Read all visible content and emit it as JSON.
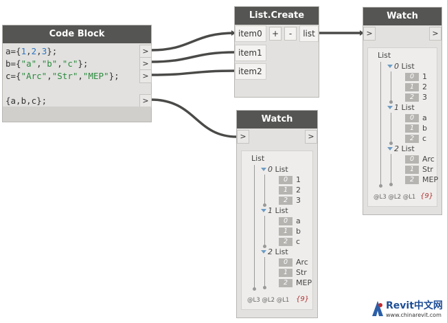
{
  "code_block": {
    "title": "Code Block",
    "lines": [
      {
        "parts": [
          {
            "t": "a={",
            "c": ""
          },
          {
            "t": "1",
            "c": "num"
          },
          {
            "t": ",",
            "c": ""
          },
          {
            "t": "2",
            "c": "num"
          },
          {
            "t": ",",
            "c": ""
          },
          {
            "t": "3",
            "c": "num"
          },
          {
            "t": "};",
            "c": ""
          }
        ]
      },
      {
        "parts": [
          {
            "t": "b={",
            "c": ""
          },
          {
            "t": "\"a\"",
            "c": "str"
          },
          {
            "t": ",",
            "c": ""
          },
          {
            "t": "\"b\"",
            "c": "str"
          },
          {
            "t": ",",
            "c": ""
          },
          {
            "t": "\"c\"",
            "c": "str"
          },
          {
            "t": "};",
            "c": ""
          }
        ]
      },
      {
        "parts": [
          {
            "t": "c={",
            "c": ""
          },
          {
            "t": "\"Arc\"",
            "c": "str"
          },
          {
            "t": ",",
            "c": ""
          },
          {
            "t": "\"Str\"",
            "c": "str"
          },
          {
            "t": ",",
            "c": ""
          },
          {
            "t": "\"MEP\"",
            "c": "str"
          },
          {
            "t": "};",
            "c": ""
          }
        ]
      },
      {
        "parts": [
          {
            "t": "",
            "c": ""
          }
        ]
      },
      {
        "parts": [
          {
            "t": "{a,b,c};",
            "c": ""
          }
        ]
      }
    ],
    "output_port": ">"
  },
  "list_create": {
    "title": "List.Create",
    "inputs": [
      "item0",
      "item1",
      "item2"
    ],
    "add_label": "+",
    "remove_label": "-",
    "output": "list"
  },
  "watch_right": {
    "title": "Watch",
    "in_port": ">",
    "out_port": ">",
    "root": "List",
    "groups": [
      {
        "index": "0",
        "label": "List",
        "items": [
          [
            "0",
            "1"
          ],
          [
            "1",
            "2"
          ],
          [
            "2",
            "3"
          ]
        ]
      },
      {
        "index": "1",
        "label": "List",
        "items": [
          [
            "0",
            "a"
          ],
          [
            "1",
            "b"
          ],
          [
            "2",
            "c"
          ]
        ]
      },
      {
        "index": "2",
        "label": "List",
        "items": [
          [
            "0",
            "Arc"
          ],
          [
            "1",
            "Str"
          ],
          [
            "2",
            "MEP"
          ]
        ]
      }
    ],
    "levels": "@L3 @L2 @L1",
    "count": "{9}"
  },
  "watch_bottom": {
    "title": "Watch",
    "in_port": ">",
    "out_port": ">",
    "root": "List",
    "groups": [
      {
        "index": "0",
        "label": "List",
        "items": [
          [
            "0",
            "1"
          ],
          [
            "1",
            "2"
          ],
          [
            "2",
            "3"
          ]
        ]
      },
      {
        "index": "1",
        "label": "List",
        "items": [
          [
            "0",
            "a"
          ],
          [
            "1",
            "b"
          ],
          [
            "2",
            "c"
          ]
        ]
      },
      {
        "index": "2",
        "label": "List",
        "items": [
          [
            "0",
            "Arc"
          ],
          [
            "1",
            "Str"
          ],
          [
            "2",
            "MEP"
          ]
        ]
      }
    ],
    "levels": "@L3 @L2 @L1",
    "count": "{9}"
  },
  "watermark": {
    "brand": "Revit中文网",
    "url": "www.chinarevit.com"
  },
  "colors": {
    "title_bar": "#555553",
    "node_body": "#e2e1df",
    "wire": "#4a4a48",
    "number": "#2b74c2",
    "string": "#2b8a3e",
    "count": "#b03030"
  }
}
